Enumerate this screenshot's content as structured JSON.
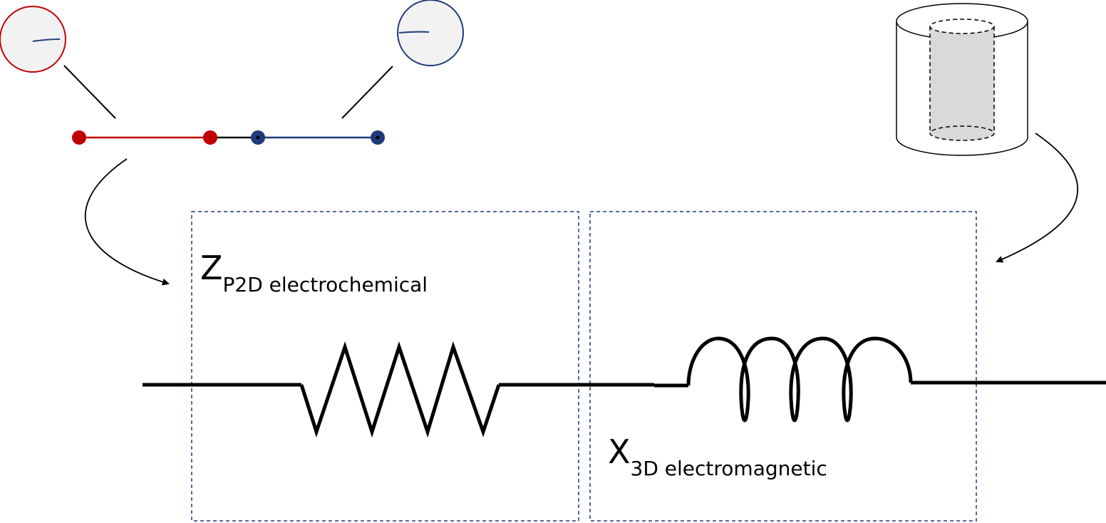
{
  "colors": {
    "positive": "#c00000",
    "negative": "#1f3a7a",
    "line": "#000000",
    "box_border": "#1f3a7a",
    "particle_fill": "#f2f2f2",
    "core_fill": "#d9d9d9"
  },
  "labels": {
    "electrochemical": {
      "main": "Z",
      "sub": "P2D electrochemical"
    },
    "electromagnetic": {
      "main": "X",
      "sub": "3D electromagnetic"
    }
  },
  "elements": {
    "resistor": "resistor-symbol",
    "inductor": "inductor-symbol",
    "cell": "cylinder-cell",
    "p2d": "p2d-model-line"
  }
}
